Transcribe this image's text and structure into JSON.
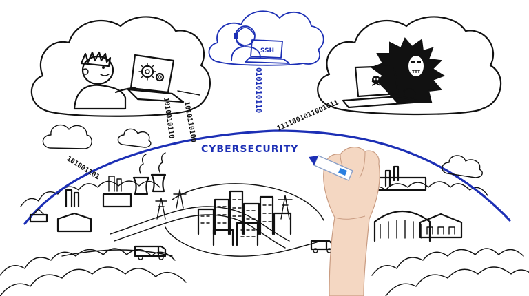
{
  "dome": {
    "label": "CYBERSECURITY"
  },
  "laptop_center": {
    "screen_label": "SSH"
  },
  "binary_streams": {
    "center": "0101010110",
    "left_inner": "1010110100",
    "left_outer": "1010010110",
    "bottom_left": "101001101",
    "right": "1111001011001011"
  },
  "colors": {
    "ink": "#111111",
    "accent": "#1c2fb5",
    "background": "#ffffff"
  },
  "icons": [
    "gear-icon",
    "skull-icon",
    "hooded-hacker",
    "mohawk-hacker",
    "headset-admin",
    "drawing-hand"
  ]
}
